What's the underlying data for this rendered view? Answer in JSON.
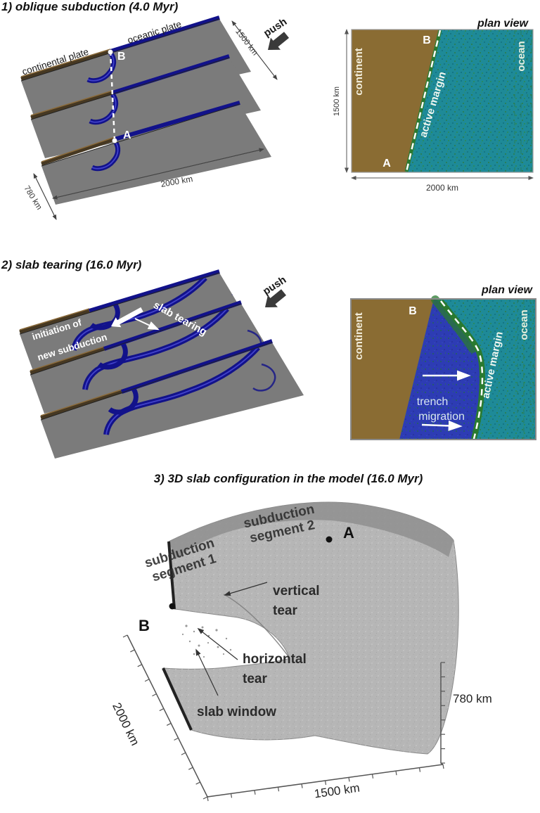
{
  "p1": {
    "title": "1) oblique subduction (4.0 Myr)",
    "label_continental_plate": "continental plate",
    "label_oceanic_plate": "oceanic plate",
    "label_push": "push",
    "point_a": "A",
    "point_b": "B",
    "dim_side": "1500 km",
    "dim_front": "2000 km",
    "dim_depth": "780 km",
    "plan": {
      "title": "plan view",
      "continent": "continent",
      "ocean": "ocean",
      "margin": "active margin",
      "a": "A",
      "b": "B",
      "dim_v": "1500 km",
      "dim_h": "2000 km"
    }
  },
  "p2": {
    "title": "2) slab tearing (16.0 Myr)",
    "label_initiation_1": "initiation of",
    "label_initiation_2": "new subduction",
    "label_slab_tearing": "slab tearing",
    "label_push": "push",
    "plan": {
      "title": "plan view",
      "continent": "continent",
      "ocean": "ocean",
      "margin": "active margin",
      "trench_1": "trench",
      "trench_2": "migration",
      "b": "B"
    }
  },
  "p3": {
    "title": "3) 3D slab configuration in the model (16.0 Myr)",
    "seg1_1": "subduction",
    "seg1_2": "segment 1",
    "seg2_1": "subduction",
    "seg2_2": "segment 2",
    "vertical_1": "vertical",
    "vertical_2": "tear",
    "horizontal_1": "horizontal",
    "horizontal_2": "tear",
    "slab_window": "slab window",
    "a": "A",
    "b": "B",
    "axis_left": "2000 km",
    "axis_bottom": "1500 km",
    "axis_right": "780 km"
  },
  "colors": {
    "continent": "#8a6c33",
    "ocean": "#1e8a98",
    "margin_green": "#2a7a30",
    "trench_blue": "#2d3cb4",
    "slab_navy": "#12128a",
    "face_gray": "#7b7b7b",
    "slab3d_gray": "#b6b6b6",
    "push_dark": "#3a3a3a"
  }
}
